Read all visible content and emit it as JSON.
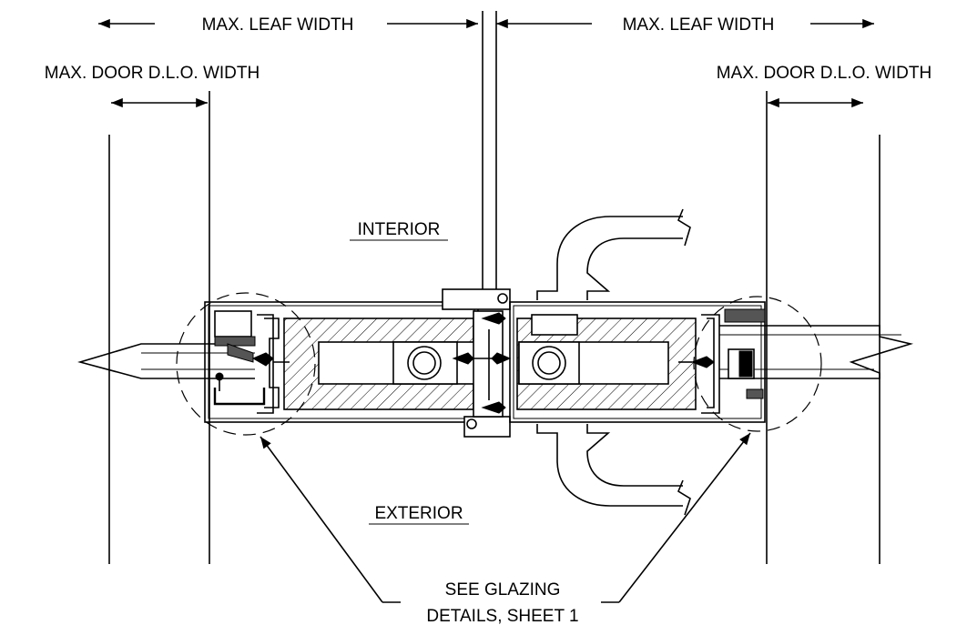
{
  "labels": {
    "leaf_width_left": "MAX. LEAF WIDTH",
    "leaf_width_right": "MAX. LEAF WIDTH",
    "dlo_width_left": "MAX. DOOR D.L.O. WIDTH",
    "dlo_width_right": "MAX. DOOR D.L.O. WIDTH",
    "interior": "INTERIOR",
    "exterior": "EXTERIOR",
    "glazing_note_line1": "SEE GLAZING",
    "glazing_note_line2": "DETAILS, SHEET 1"
  }
}
